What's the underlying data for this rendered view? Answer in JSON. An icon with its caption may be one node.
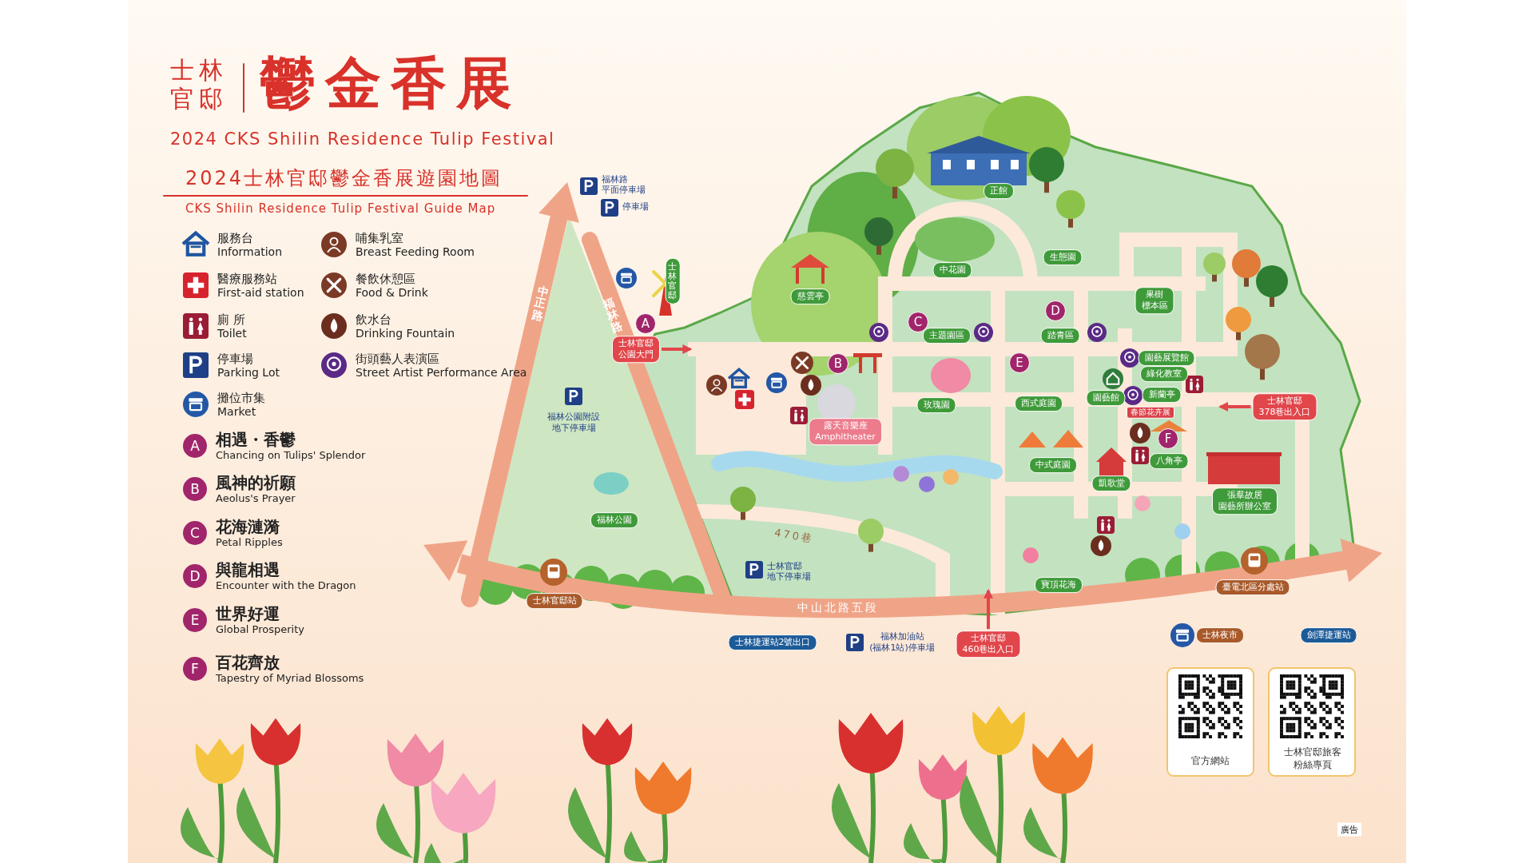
{
  "diagram": {
    "title": "鬱金香展",
    "nodes": [
      {
        "text": [
          "士林官邸",
          "公園大門"
        ]
      },
      {
        "text": [
          "士林官邸"
        ]
      },
      {
        "text": [
          "A"
        ]
      },
      {
        "text": [
          "慈雲亭"
        ]
      },
      {
        "text": [
          "正館"
        ]
      },
      {
        "text": [
          "中花園"
        ]
      },
      {
        "text": [
          "生態園"
        ]
      },
      {
        "text": [
          "果樹",
          "標本區"
        ]
      },
      {
        "text": [
          "C"
        ]
      },
      {
        "text": [
          "主題園區"
        ]
      },
      {
        "text": [
          "D"
        ]
      },
      {
        "text": [
          "踏青區"
        ]
      },
      {
        "text": [
          "B"
        ]
      },
      {
        "text": [
          "E"
        ]
      },
      {
        "text": [
          "園藝展覽館"
        ]
      },
      {
        "text": [
          "綠化教室"
        ]
      },
      {
        "text": [
          "玫瑰園"
        ]
      },
      {
        "text": [
          "西式庭園"
        ]
      },
      {
        "text": [
          "園藝館"
        ]
      },
      {
        "text": [
          "新蘭亭"
        ]
      },
      {
        "text": [
          "春節花卉展"
        ]
      },
      {
        "text": [
          "士林官邸",
          "378巷出入口"
        ]
      },
      {
        "text": [
          "露天音樂座",
          "Amphitheater"
        ]
      },
      {
        "text": [
          "F"
        ]
      },
      {
        "text": [
          "中式庭園"
        ]
      },
      {
        "text": [
          "凱歌堂"
        ]
      },
      {
        "text": [
          "八角亭"
        ]
      },
      {
        "text": [
          "張羣故居",
          "園藝所辦公室"
        ]
      },
      {
        "text": [
          "福林公園"
        ]
      },
      {
        "text": [
          "士林官邸站"
        ]
      },
      {
        "text": [
          "寶頂花海"
        ]
      },
      {
        "text": [
          "臺電北區分處站"
        ]
      },
      {
        "text": [
          "士林官邸",
          "460巷出入口"
        ]
      },
      {
        "text": [
          "士林捷運站2號出口"
        ]
      },
      {
        "text": [
          "士林夜市"
        ]
      },
      {
        "text": [
          "劍潭捷運站"
        ]
      }
    ],
    "edges": [
      {
        "from": 0,
        "to": null,
        "arrow": "to"
      },
      {
        "from": 21,
        "to": null,
        "arrow": "to"
      },
      {
        "from": 32,
        "to": null,
        "arrow": "to"
      }
    ],
    "labels": [
      "士林官邸",
      "2024 CKS Shilin Residence Tulip Festival",
      "2024士林官邸鬱金香展遊園地圖",
      "CKS Shilin Residence Tulip Festival Guide Map",
      "A",
      "B",
      "C",
      "D",
      "E",
      "F",
      "福林路",
      "平面停車場",
      "停車場",
      "中正路",
      "福林路",
      "福林公園附設",
      "地下停車場",
      "470巷",
      "士林官邸",
      "地下停車場",
      "中山北路五段",
      "福林加油站",
      "(福林1站)停車場",
      "官方網站",
      "士林官邸旅客",
      "粉絲專頁",
      "廣告"
    ],
    "legend": [
      {
        "text": "服務台 Information"
      },
      {
        "text": "醫療服務站 First-aid station"
      },
      {
        "text": "廁 所 Toilet"
      },
      {
        "text": "停車場 Parking Lot"
      },
      {
        "text": "攤位市集 Market"
      },
      {
        "text": "哺集乳室 Breast Feeding Room"
      },
      {
        "text": "餐飲休憩區 Food & Drink"
      },
      {
        "text": "飲水台 Drinking Fountain"
      },
      {
        "text": "街頭藝人表演區 Street Artist Performance Area"
      },
      {
        "text": "相遇・香鬱 Chancing on Tulips' Splendor"
      },
      {
        "text": "風神的祈願 Aeolus's Prayer"
      },
      {
        "text": "花海漣漪 Petal Ripples"
      },
      {
        "text": "與龍相遇 Encounter with the Dragon"
      },
      {
        "text": "世界好運 Global Prosperity"
      },
      {
        "text": "百花齊放 Tapestry of Myriad Blossoms"
      }
    ]
  }
}
